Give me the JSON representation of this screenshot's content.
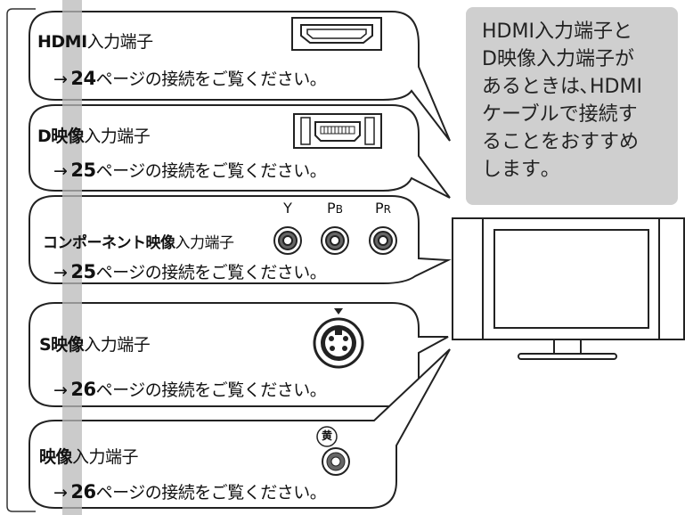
{
  "connections": [
    {
      "title_bold": "HDMI",
      "title_suffix": "入力端子",
      "arrow": "→",
      "page": "24",
      "link_text": "ページの接続をご覧ください。"
    },
    {
      "title_bold": "D映像",
      "title_suffix": "入力端子",
      "arrow": "→",
      "page": "25",
      "link_text": "ページの接続をご覧ください。"
    },
    {
      "title_bold": "コンポーネント映像",
      "title_suffix": "入力端子",
      "arrow": "→",
      "page": "25",
      "link_text": "ページの接続をご覧ください。"
    },
    {
      "title_bold": "S映像",
      "title_suffix": "入力端子",
      "arrow": "→",
      "page": "26",
      "link_text": "ページの接続をご覧ください。"
    },
    {
      "title_bold": "映像",
      "title_suffix": "入力端子",
      "arrow": "→",
      "page": "26",
      "link_text": "ページの接続をご覧ください。"
    }
  ],
  "component_labels": [
    "Y",
    "PB",
    "PR"
  ],
  "composite_label": "黄",
  "note": "HDMI入力端子と\nD映像入力端子が\nあるときは､HDMI\nケーブルで接続す\nることをおすすめ\nします｡",
  "colors": {
    "note_bg": "#cfcfcf",
    "vertical_band": "#b9b9b9",
    "outline": "#222222"
  }
}
